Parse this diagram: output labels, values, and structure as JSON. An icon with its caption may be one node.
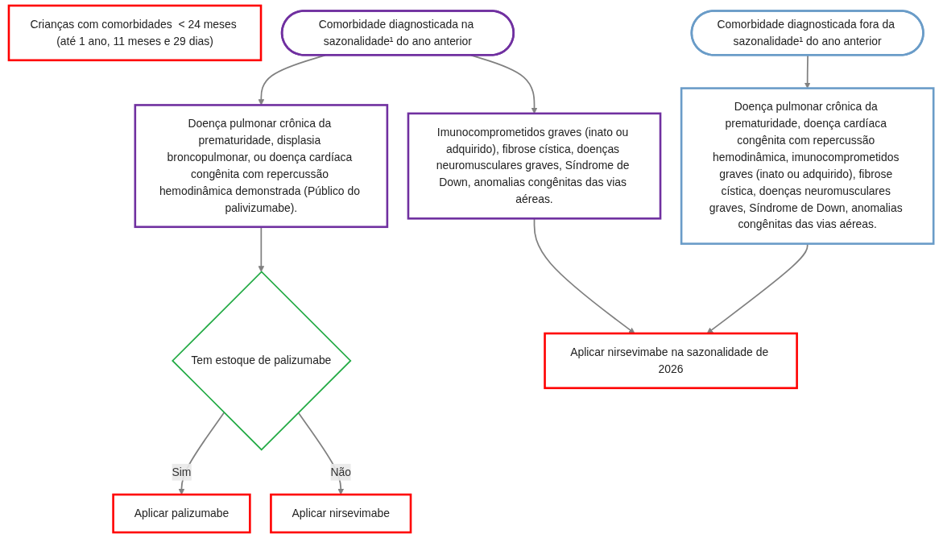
{
  "diagram": {
    "nodes": [
      {
        "text": [
          "Crianças com comorbidades  < 24 meses (até 1 ano, 11 meses e 29 dias)"
        ]
      },
      {
        "text": [
          "Comorbidade diagnosticada na sazonalidade¹ do ano anterior"
        ]
      },
      {
        "text": [
          "Comorbidade diagnosticada fora da sazonalidade¹ do ano anterior"
        ]
      },
      {
        "text": [
          "Doença pulmonar crônica da prematuridade, displasia broncopulmonar, ou doença cardíaca congênita com repercussão hemodinâmica demonstrada (Público do palivizumabe)."
        ]
      },
      {
        "text": [
          "Imunocomprometidos graves (inato ou adquirido), fibrose cística, doenças neuromusculares graves, Síndrome de Down, anomalias congênitas das vias aéreas."
        ]
      },
      {
        "text": [
          "Doença pulmonar crônica da prematuridade, doença cardíaca congênita com repercussão hemodinâmica, imunocomprometidos graves (inato ou adquirido), fibrose cística, doenças neuromusculares graves, Síndrome de Down, anomalias congênitas das vias aéreas."
        ]
      },
      {
        "text": [
          "Tem estoque de palizumabe"
        ]
      },
      {
        "text": [
          "Aplicar palizumabe"
        ]
      },
      {
        "text": [
          "Aplicar nirsevimabe"
        ]
      },
      {
        "text": [
          "Aplicar nirsevimabe na sazonalidade de 2026"
        ]
      }
    ],
    "edges": [
      {
        "from": 1,
        "to": 3,
        "arrow": "to"
      },
      {
        "from": 1,
        "to": 4,
        "arrow": "to"
      },
      {
        "from": 2,
        "to": 5,
        "arrow": "to"
      },
      {
        "from": 3,
        "to": 6,
        "arrow": "to"
      },
      {
        "from": 6,
        "to": 7,
        "arrow": "to",
        "label": "Sim"
      },
      {
        "from": 6,
        "to": 8,
        "arrow": "to",
        "label": "Não"
      },
      {
        "from": 5,
        "to": 9,
        "arrow": "to"
      },
      {
        "from": 4,
        "to": 9,
        "arrow": "to"
      }
    ]
  }
}
